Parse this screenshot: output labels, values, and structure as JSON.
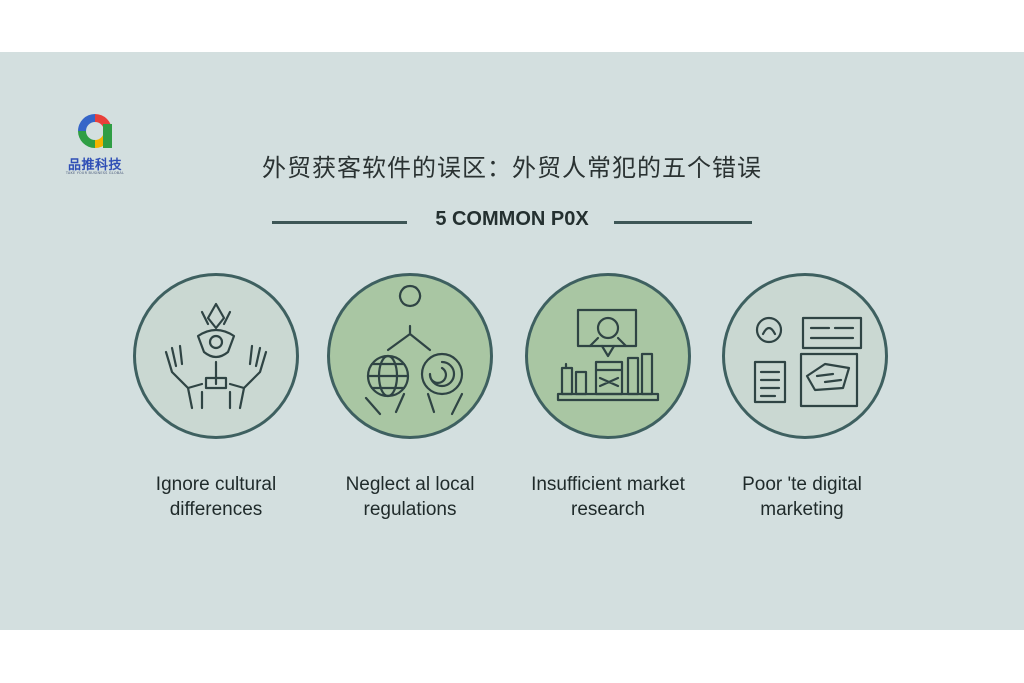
{
  "brand": {
    "name_cn": "品推科技",
    "tagline": "TAKE YOUR BUSINESS GLOBAL",
    "logo_icon": "brand-logo-icon"
  },
  "header": {
    "title": "外贸获客软件的误区：外贸人常犯的五个错误",
    "subtitle": "5 COMMON P0X"
  },
  "items": [
    {
      "icon": "cultural-hands-icon",
      "line1": "Ignore cultural",
      "line2": "differences"
    },
    {
      "icon": "globe-hands-icon",
      "line1": "Neglect al local",
      "line2": "regulations"
    },
    {
      "icon": "market-research-icon",
      "line1": "Insufficient market",
      "line2": "research"
    },
    {
      "icon": "digital-marketing-icon",
      "line1": "Poor 'te digital",
      "line2": "marketing"
    }
  ],
  "colors": {
    "background": "#d3dfdf",
    "circle_border": "#3e6060",
    "circle_fill": "#c5d5cf",
    "circle_fill_green": "#a9c6a3",
    "text": "#1f2a2a"
  }
}
